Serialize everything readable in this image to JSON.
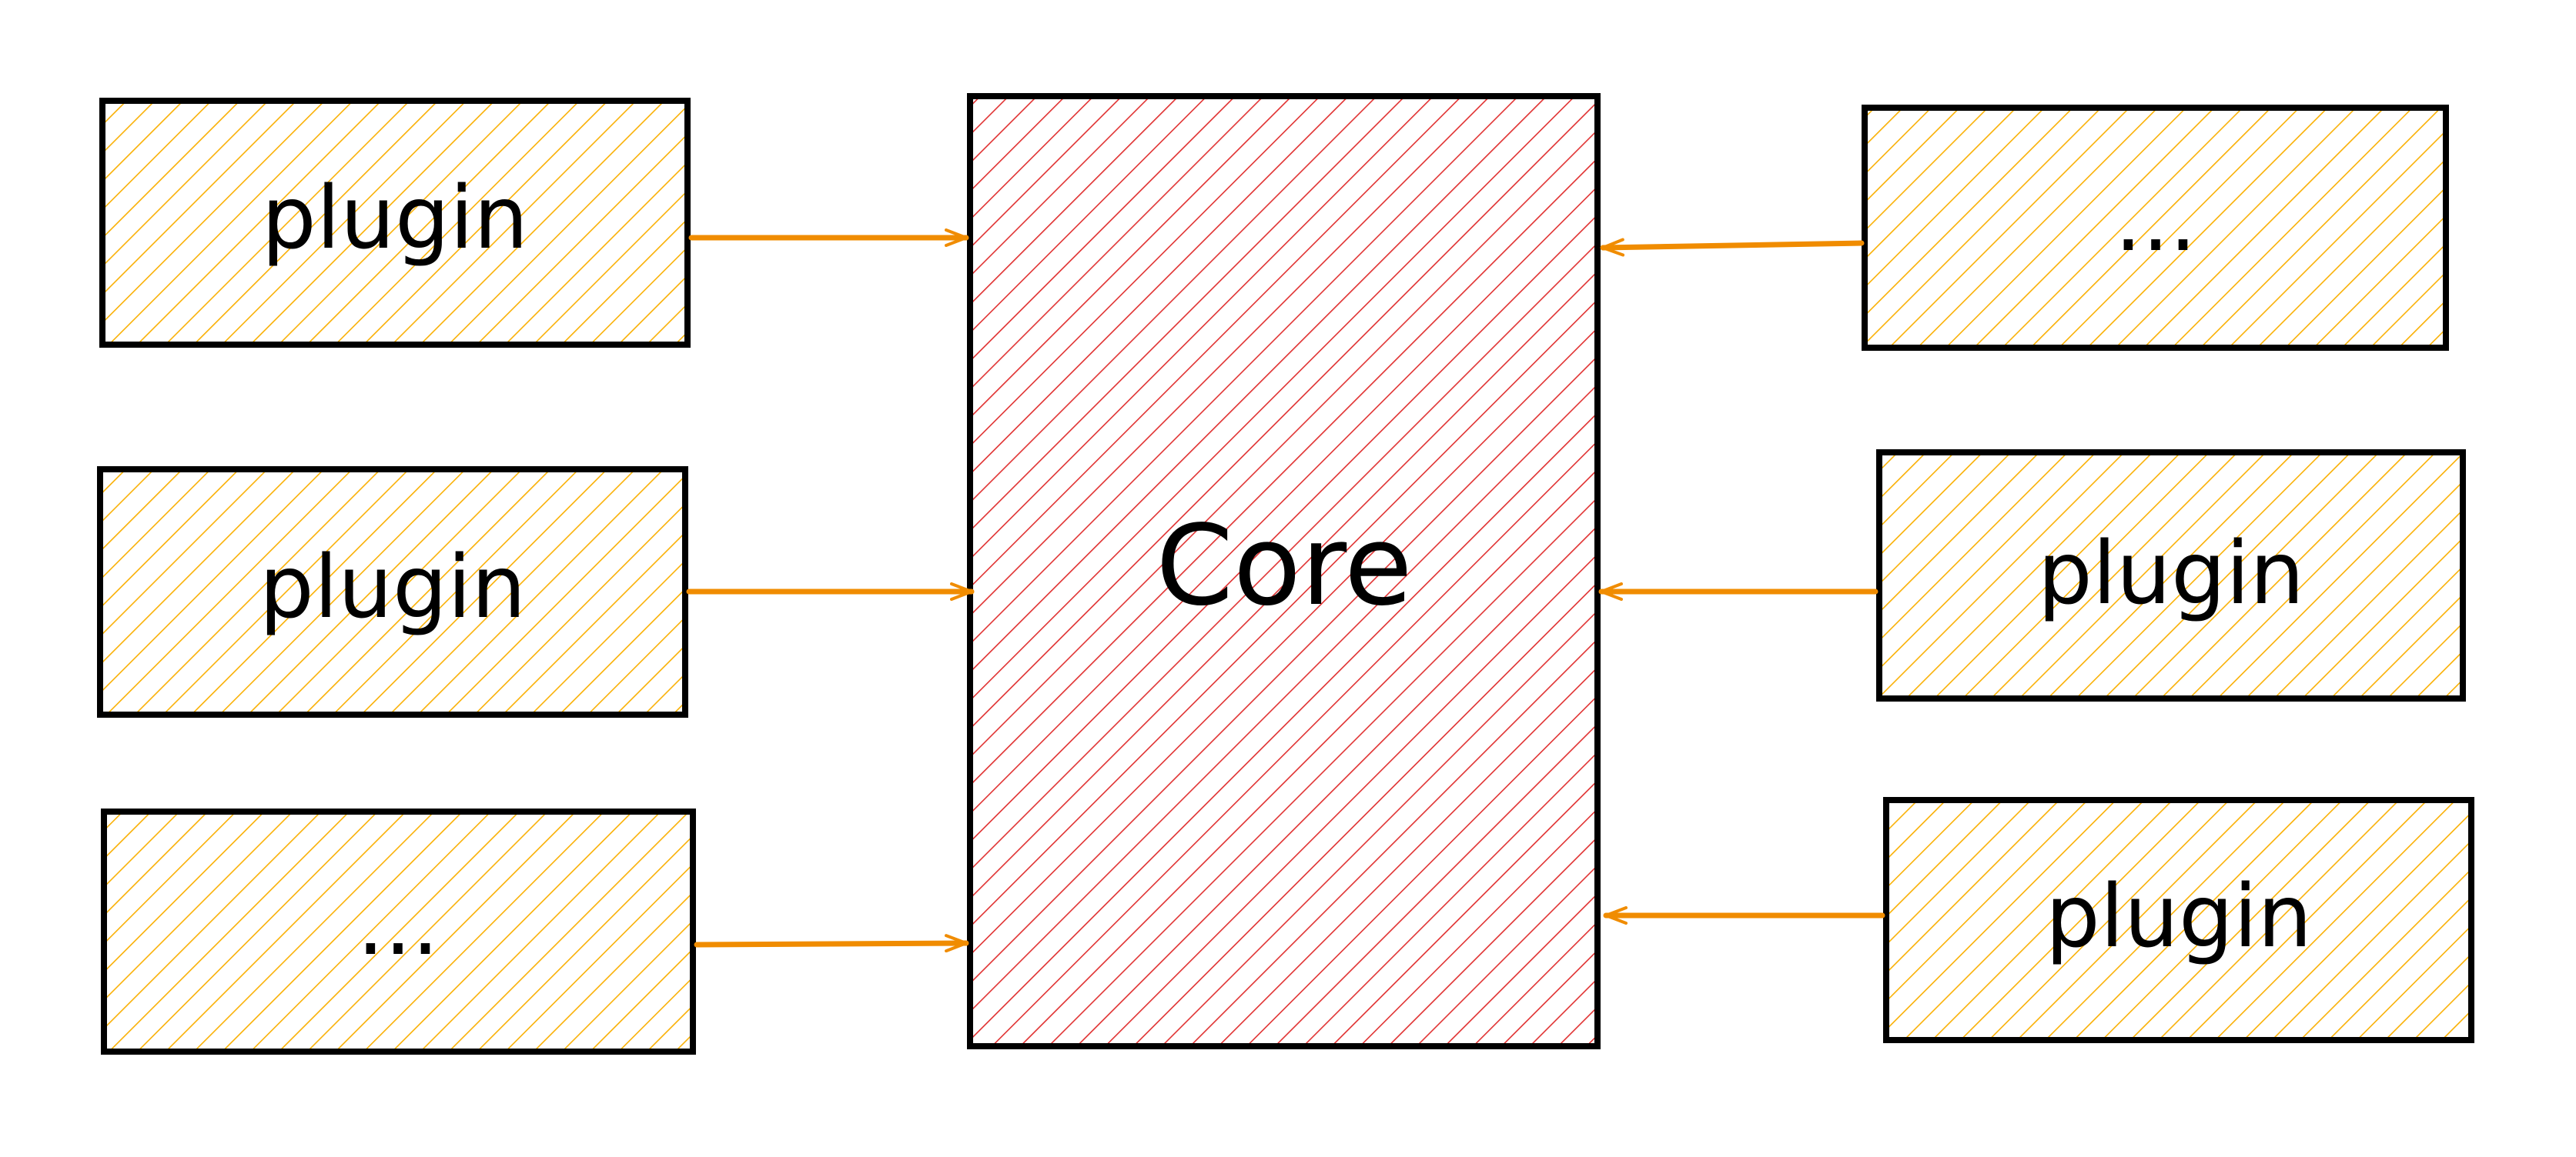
{
  "diagram": {
    "core": {
      "label": "Core",
      "color": "#e03131"
    },
    "left_nodes": [
      {
        "label": "plugin"
      },
      {
        "label": "plugin"
      },
      {
        "label": "..."
      }
    ],
    "right_nodes": [
      {
        "label": "..."
      },
      {
        "label": "plugin"
      },
      {
        "label": "plugin"
      }
    ],
    "colors": {
      "plugin_fill": "#fab005",
      "arrow": "#f08c00",
      "stroke": "#000000"
    }
  }
}
